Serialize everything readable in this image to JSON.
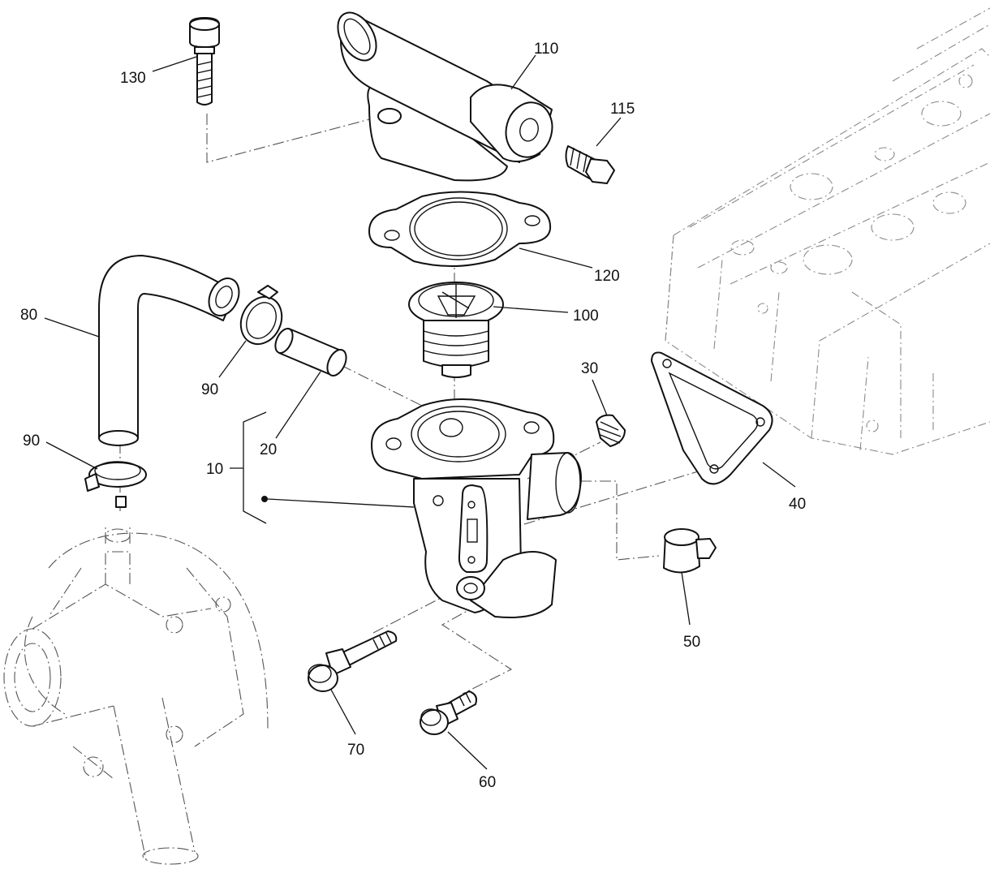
{
  "callouts": [
    {
      "id": "130",
      "label": "130"
    },
    {
      "id": "110",
      "label": "110"
    },
    {
      "id": "115",
      "label": "115"
    },
    {
      "id": "120",
      "label": "120"
    },
    {
      "id": "100",
      "label": "100"
    },
    {
      "id": "80",
      "label": "80"
    },
    {
      "id": "90a",
      "label": "90"
    },
    {
      "id": "20",
      "label": "20"
    },
    {
      "id": "30",
      "label": "30"
    },
    {
      "id": "90b",
      "label": "90"
    },
    {
      "id": "10",
      "label": "10"
    },
    {
      "id": "40",
      "label": "40"
    },
    {
      "id": "50",
      "label": "50"
    },
    {
      "id": "70",
      "label": "70"
    },
    {
      "id": "60",
      "label": "60"
    }
  ]
}
